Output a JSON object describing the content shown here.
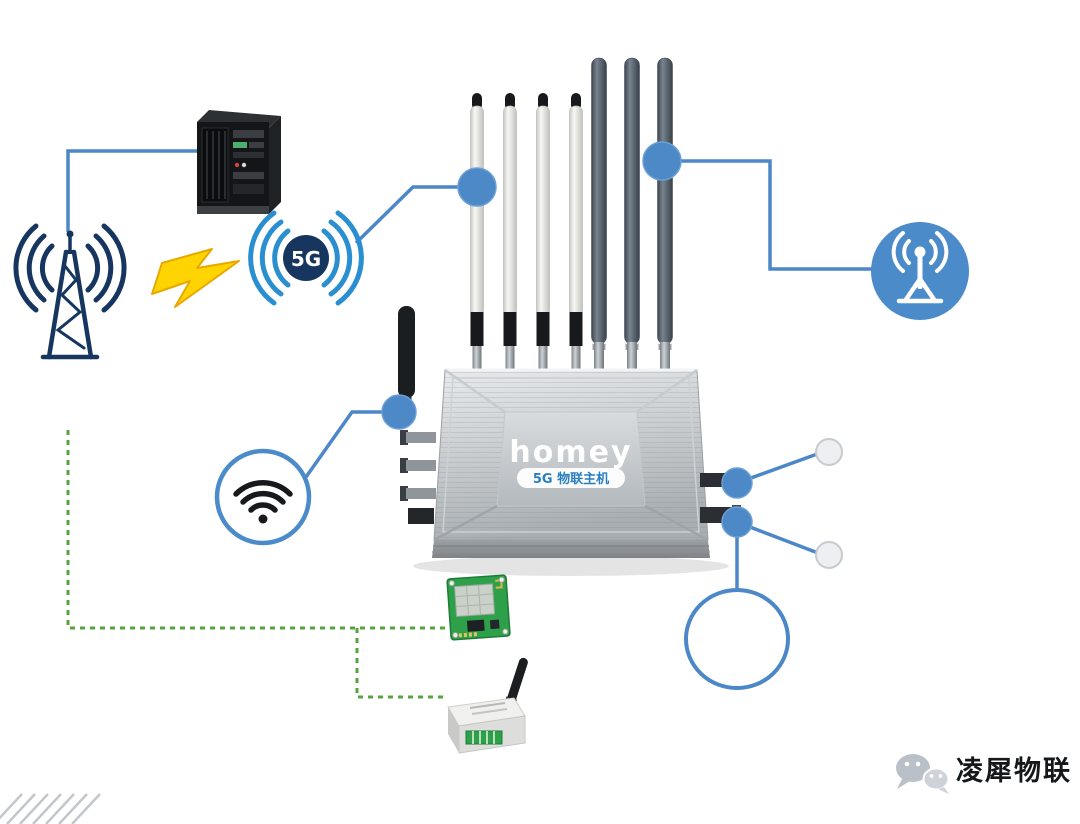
{
  "diagram": {
    "type": "product-connectivity-diagram",
    "background": "#ffffff"
  },
  "device": {
    "brand": "homey",
    "model": "5G 物联主机",
    "front_antennas": 4,
    "rear_antennas": 3,
    "side_antennas": 1
  },
  "labels": {
    "network": "5G",
    "footer_brand": "凌犀物联"
  },
  "icons": {
    "industrial_pc": "industrial-computer-icon",
    "cell_tower": "cell-tower-icon",
    "lightning": "lightning-icon",
    "signal_5g": "5g-signal-icon",
    "broadcast": "broadcast-tower-icon",
    "wifi": "wifi-icon",
    "pcb": "pcb-module-icon",
    "dtu": "dtu-device-icon",
    "wechat": "wechat-icon"
  },
  "colors": {
    "link_blue": "#4c87c7",
    "link_green": "#56a43e",
    "node_blue": "#4d88c7",
    "icon_navy": "#17365f",
    "icon_blue": "#2a8fd0",
    "icon_fill_blue": "#4b8bca",
    "lightning_yellow": "#ffd400",
    "pcb_green": "#2ea04a",
    "device_silver": "#c6cacd"
  }
}
